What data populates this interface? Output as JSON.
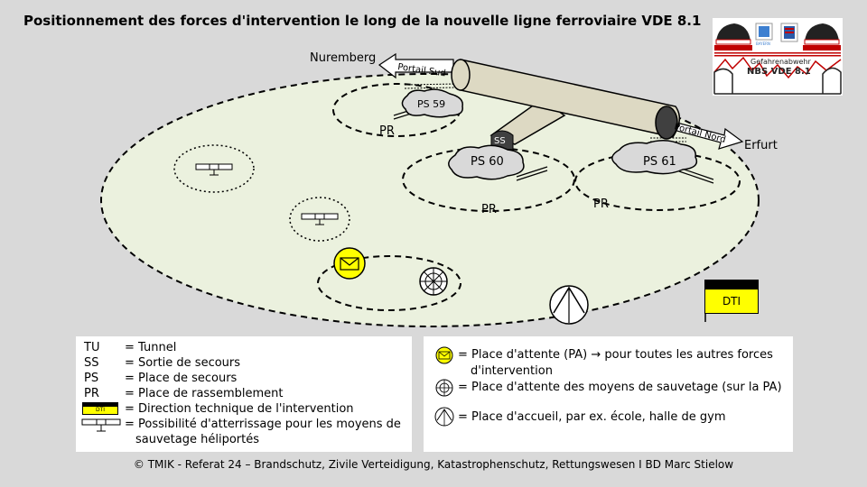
{
  "title": "Positionnement des forces d'intervention le long de la nouvelle ligne ferroviaire VDE 8.1",
  "map": {
    "nuremberg": "Nuremberg",
    "erfurt": "Erfurt",
    "portail_sud": "Portail Sud",
    "portail_nord": "Portail Nord",
    "ss": "SS",
    "ps59": "PS 59",
    "ps60": "PS 60",
    "ps61": "PS 61",
    "pr": "PR",
    "dti": "DTI"
  },
  "logo": {
    "line1": "Gefahrenabwehr",
    "line2": "NBS VDE 8.1",
    "icons": [
      "train-icon",
      "bavaria-crest-icon",
      "thuringia-crest-icon",
      "train-icon",
      "mountain-tunnel-icon"
    ],
    "colors": {
      "red": "#c00000",
      "dark": "#222222"
    }
  },
  "legend_left": [
    {
      "abbr": "TU",
      "text": "= Tunnel"
    },
    {
      "abbr": "SS",
      "text": "= Sortie de secours"
    },
    {
      "abbr": "PS",
      "text": "= Place de secours"
    },
    {
      "abbr": "PR",
      "text": "= Place de rassemblement"
    },
    {
      "abbr": "",
      "text": "= Direction technique de l'intervention",
      "icon": "DTI"
    },
    {
      "abbr": "",
      "text": "= Possibilité d'atterrissage pour les moyens de",
      "icon": "helipad"
    },
    {
      "abbr": "",
      "text": "sauvetage héliportés"
    }
  ],
  "legend_right": [
    {
      "text": "= Place d'attente (PA) → pour toutes les autres forces"
    },
    {
      "text": "d'intervention"
    },
    {
      "text": "= Place d'attente des moyens de sauvetage (sur la PA)"
    },
    {
      "text": "= Place d'accueil,  par ex. école, halle de gym"
    }
  ],
  "footer": "© TMIK - Referat 24 – Brandschutz, Zivile Verteidigung,  Katastrophenschutz, Rettungswesen  I  BD Marc Stielow",
  "colors": {
    "background": "#d9d9d9",
    "field": "#ebf1de",
    "tunnel": "#ddd9c3",
    "place": "#d9d9d9",
    "yellow": "#ffff00"
  }
}
